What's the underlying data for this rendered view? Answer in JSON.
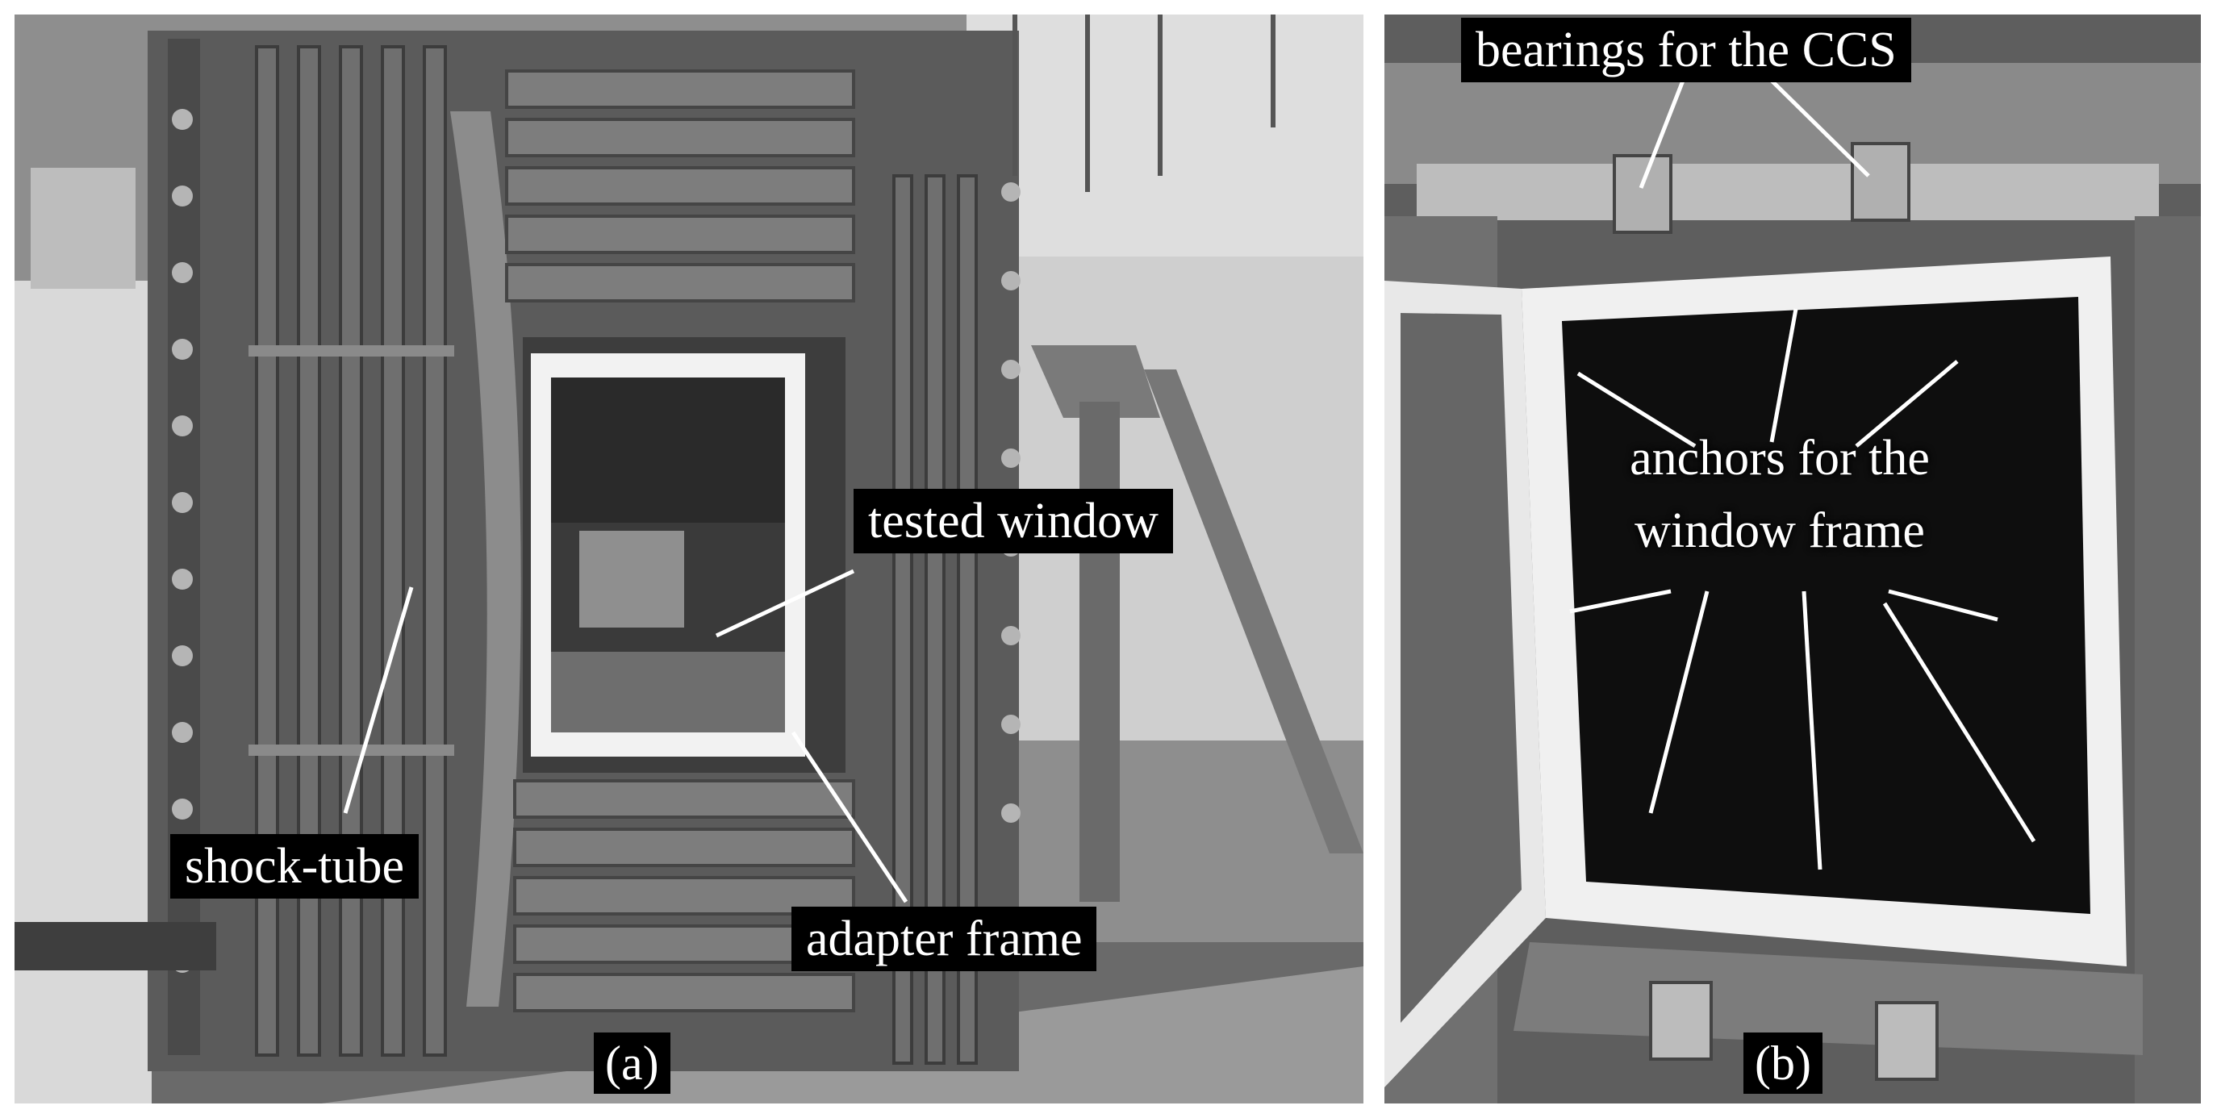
{
  "panel_a": {
    "tag": "(a)",
    "labels": {
      "tested_window": "tested window",
      "shock_tube": "shock-tube",
      "adapter_frame": "adapter frame"
    }
  },
  "panel_b": {
    "tag": "(b)",
    "labels": {
      "bearings": "bearings for the CCS",
      "anchors_line1": "anchors for the",
      "anchors_line2": "window frame"
    }
  },
  "colors": {
    "label_bg": "#000000",
    "label_text": "#ffffff",
    "leader_line": "#ffffff"
  }
}
